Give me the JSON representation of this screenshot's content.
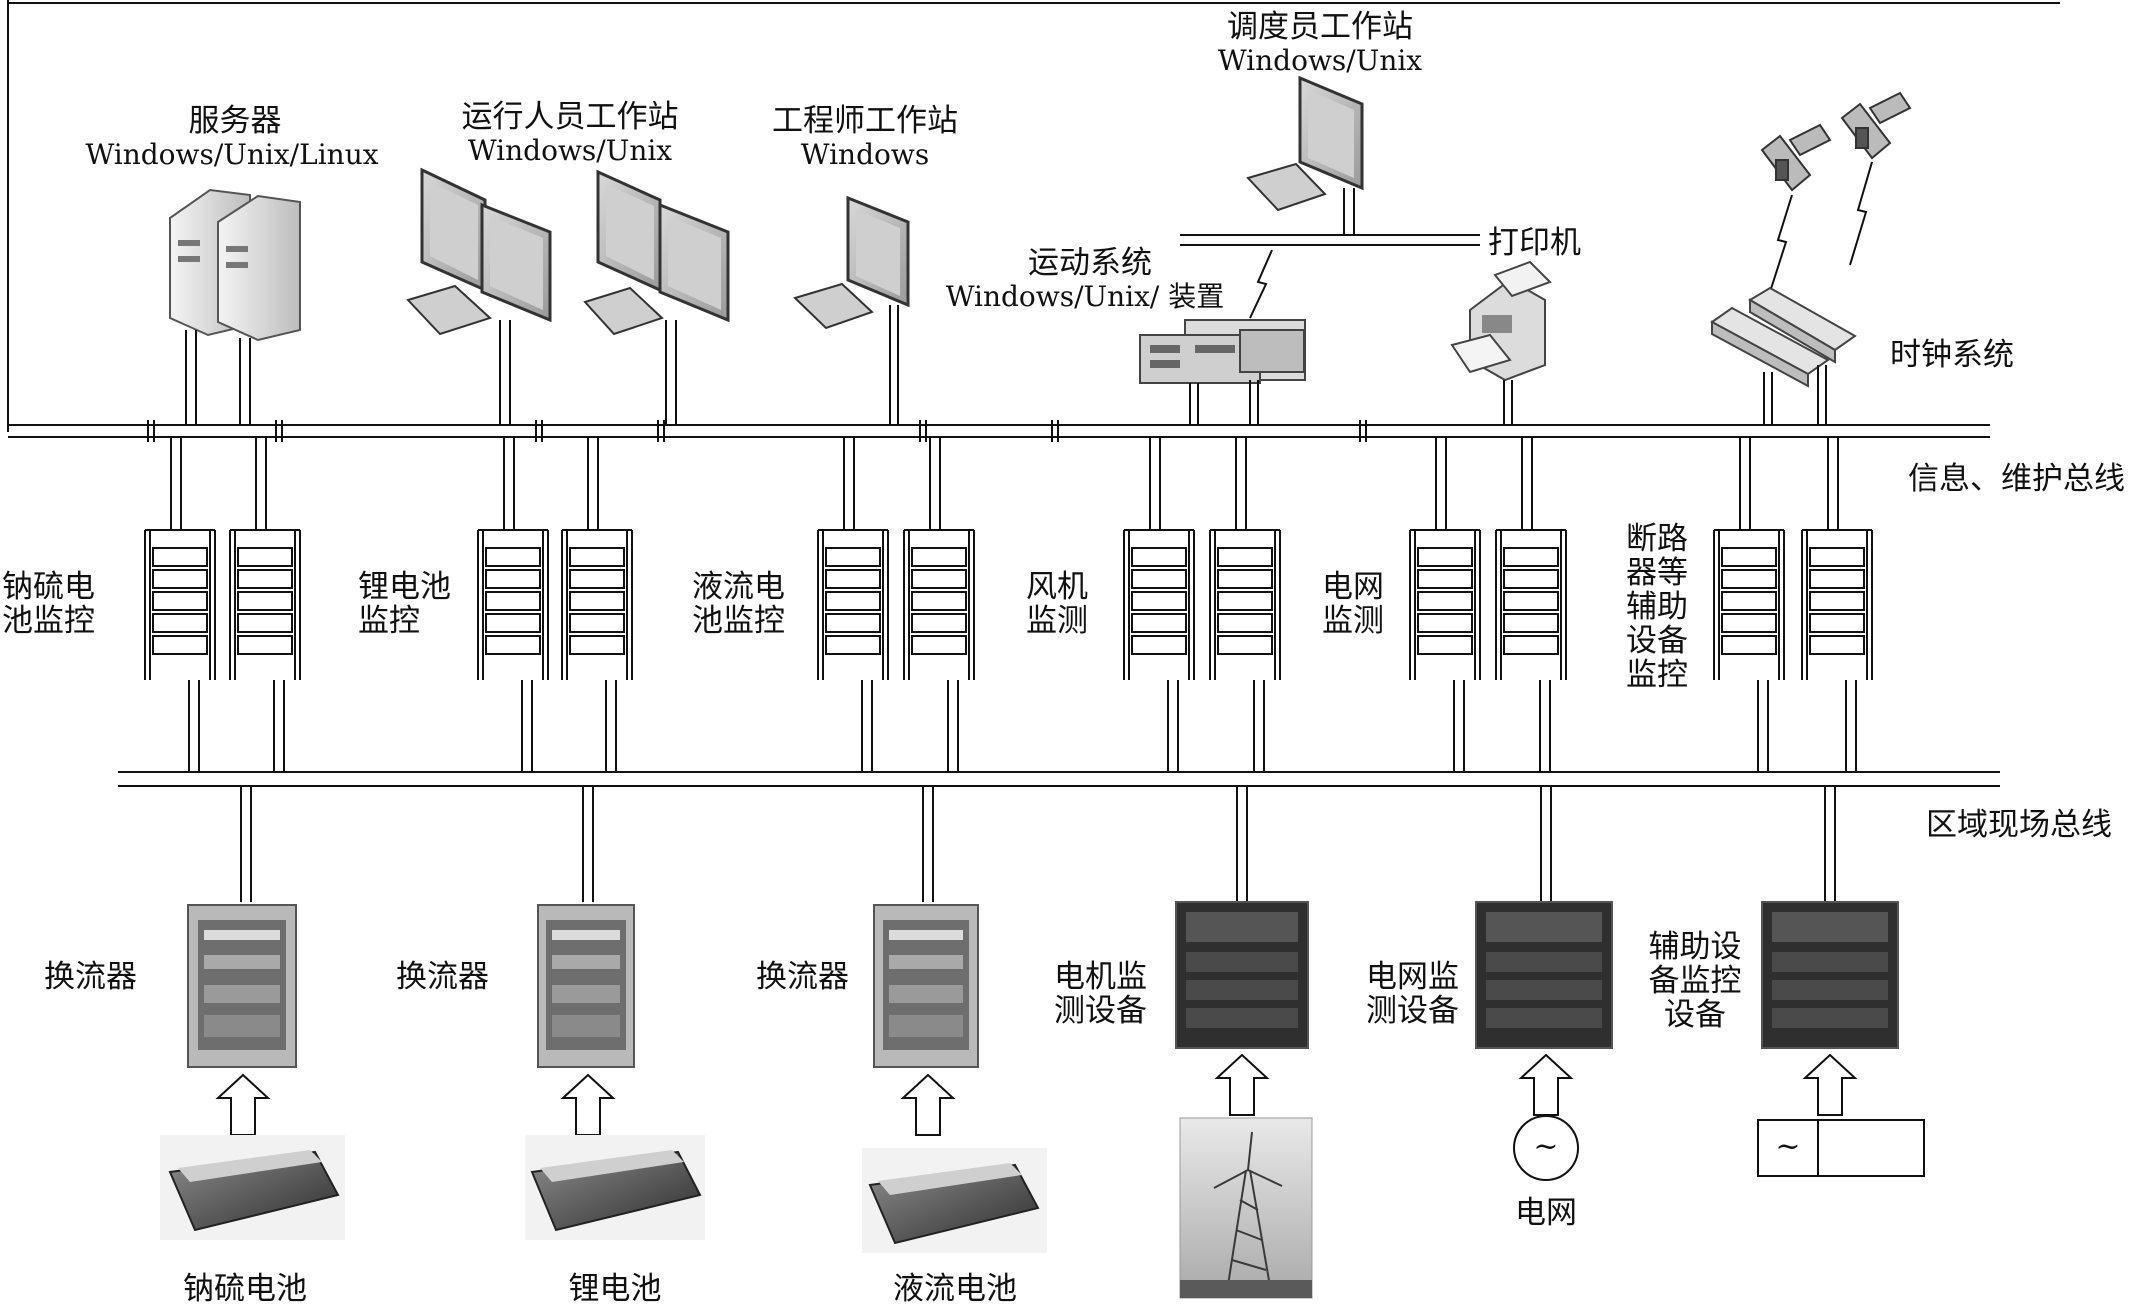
{
  "top_devices": {
    "server": {
      "name": "服务器",
      "os": "Windows/Unix/Linux"
    },
    "operator_ws": {
      "name": "运行人员工作站",
      "os": "Windows/Unix"
    },
    "engineer_ws": {
      "name": "工程师工作站",
      "os": "Windows"
    },
    "dispatcher_ws": {
      "name": "调度员工作站",
      "os": "Windows/Unix"
    },
    "telecontrol": {
      "name": "运动系统",
      "os": "Windows/Unix/ 装置"
    },
    "printer": {
      "name": "打印机"
    },
    "clock": {
      "name": "时钟系统"
    }
  },
  "buses": {
    "info_bus": "信息、维护总线",
    "field_bus": "区域现场总线"
  },
  "monitors": [
    {
      "id": "nas",
      "label": "钠硫电\n池监控"
    },
    {
      "id": "li",
      "label": "锂电池\n监控"
    },
    {
      "id": "flow",
      "label": "液流电\n池监控"
    },
    {
      "id": "wind",
      "label": "风机\n监测"
    },
    {
      "id": "grid",
      "label": "电网\n监测"
    },
    {
      "id": "aux",
      "label": "断路\n器等\n辅助\n设备\n监控"
    }
  ],
  "field_devices": [
    {
      "id": "conv1",
      "label": "换流器",
      "source": "钠硫电池"
    },
    {
      "id": "conv2",
      "label": "换流器",
      "source": "锂电池"
    },
    {
      "id": "conv3",
      "label": "换流器",
      "source": "液流电池"
    },
    {
      "id": "motor",
      "label": "电机监\n测设备"
    },
    {
      "id": "gridmon",
      "label": "电网监\n测设备",
      "source": "电网"
    },
    {
      "id": "auxmon",
      "label": "辅助设\n备监控\n设备"
    }
  ],
  "symbols": {
    "ac": "~"
  },
  "colors": {
    "line": "#111111",
    "device_fill": "#e9e9e9",
    "screen": "#c8c8c8",
    "cabinet": "#3a3a3a"
  }
}
